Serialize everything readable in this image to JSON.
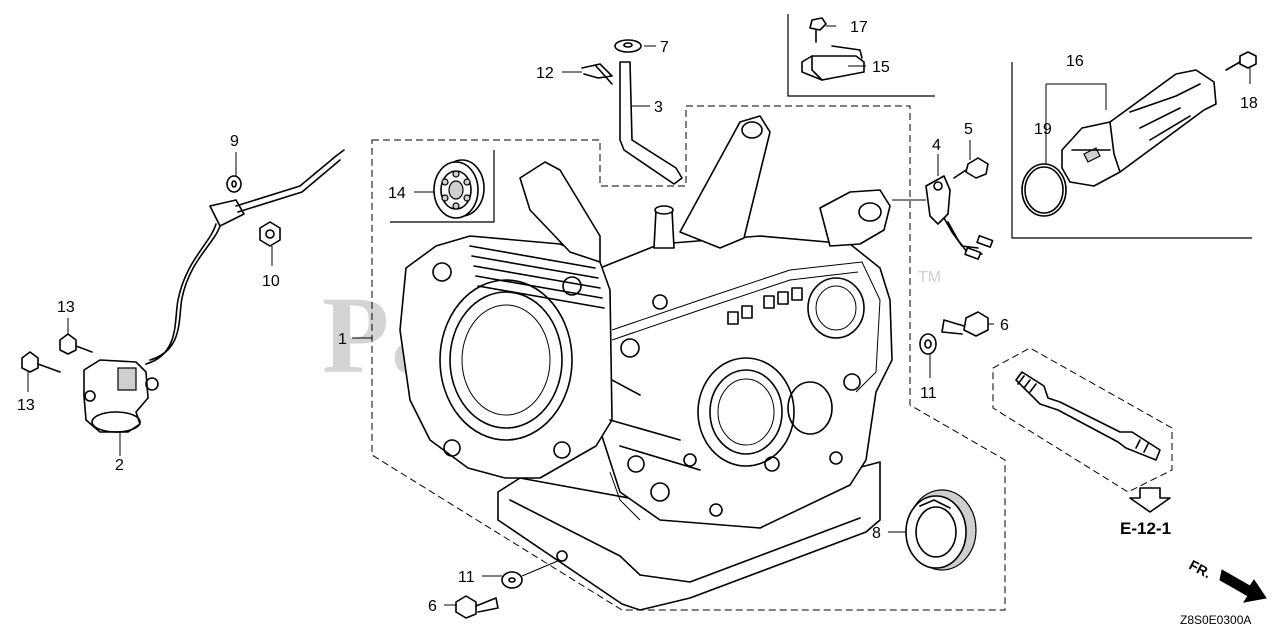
{
  "watermark": {
    "text": "PartsTree",
    "trademark": "TM"
  },
  "callouts": {
    "c1": "1",
    "c2": "2",
    "c3": "3",
    "c4": "4",
    "c5": "5",
    "c6a": "6",
    "c6b": "6",
    "c7": "7",
    "c8": "8",
    "c9": "9",
    "c10": "10",
    "c11a": "11",
    "c11b": "11",
    "c12": "12",
    "c13a": "13",
    "c13b": "13",
    "c14": "14",
    "c15": "15",
    "c16": "16",
    "c17": "17",
    "c18": "18",
    "c19": "19"
  },
  "reference": {
    "label": "E-12-1"
  },
  "direction": {
    "label": "FR."
  },
  "diagram_code": "Z8S0E0300A",
  "icons": {
    "front_arrow": "fr-arrow-icon",
    "reference_arrow": "down-arrow-icon"
  }
}
